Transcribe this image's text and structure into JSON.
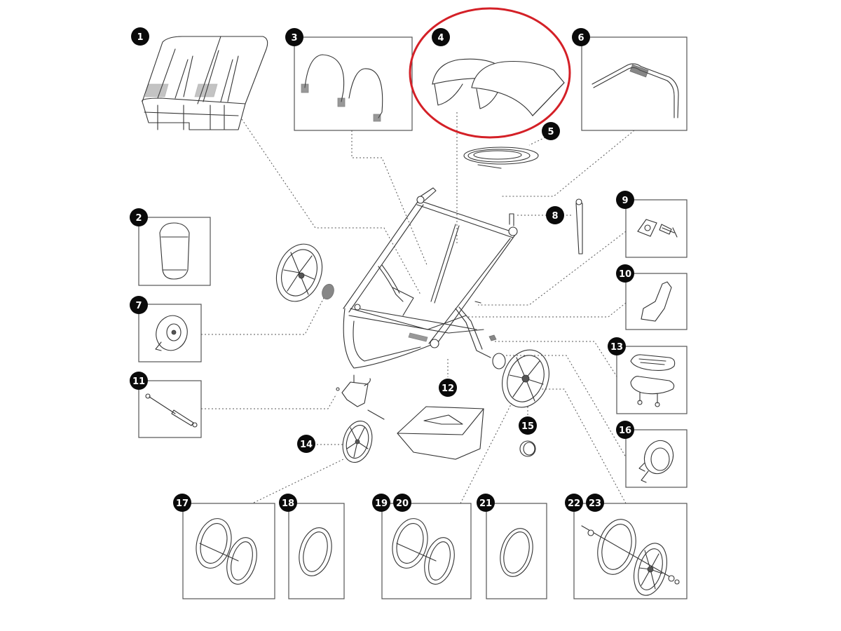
{
  "diagram": {
    "title": "Double stroller exploded parts diagram",
    "highlight": {
      "target_part": "4",
      "color": "#d42027",
      "shape": "ellipse"
    },
    "badge_color": "#0a0a0a",
    "parts": [
      {
        "id": "p1",
        "label": "1",
        "name": "double-seat-fabric"
      },
      {
        "id": "p2",
        "label": "2",
        "name": "seat-pad"
      },
      {
        "id": "p3",
        "label": "3",
        "name": "canopy-wire-frames"
      },
      {
        "id": "p4",
        "label": "4",
        "name": "canopies"
      },
      {
        "id": "p5",
        "label": "5",
        "name": "cord"
      },
      {
        "id": "p6",
        "label": "6",
        "name": "handlebar"
      },
      {
        "id": "p7",
        "label": "7",
        "name": "left-hub-mechanism"
      },
      {
        "id": "p8",
        "label": "8",
        "name": "strap"
      },
      {
        "id": "p9",
        "label": "9",
        "name": "nut-and-screw"
      },
      {
        "id": "p10",
        "label": "10",
        "name": "fold-clip"
      },
      {
        "id": "p11",
        "label": "11",
        "name": "axle-pin"
      },
      {
        "id": "p12",
        "label": "12",
        "name": "storage-basket"
      },
      {
        "id": "p13",
        "label": "13",
        "name": "brake-pedal"
      },
      {
        "id": "p14",
        "label": "14",
        "name": "front-wheel"
      },
      {
        "id": "p15",
        "label": "15",
        "name": "hub-cap"
      },
      {
        "id": "p16",
        "label": "16",
        "name": "right-hub-mechanism"
      },
      {
        "id": "p17",
        "label": "17",
        "name": "front-tire-and-tube"
      },
      {
        "id": "p18",
        "label": "18",
        "name": "front-inner-tube"
      },
      {
        "id": "p19",
        "label": "19",
        "name": "rear-tire"
      },
      {
        "id": "p20",
        "label": "20",
        "name": "rear-tube"
      },
      {
        "id": "p21",
        "label": "21",
        "name": "rear-inner-tube"
      },
      {
        "id": "p22",
        "label": "22",
        "name": "rear-wheel-assembly"
      },
      {
        "id": "p23",
        "label": "23",
        "name": "rear-wheel-tire"
      }
    ]
  }
}
